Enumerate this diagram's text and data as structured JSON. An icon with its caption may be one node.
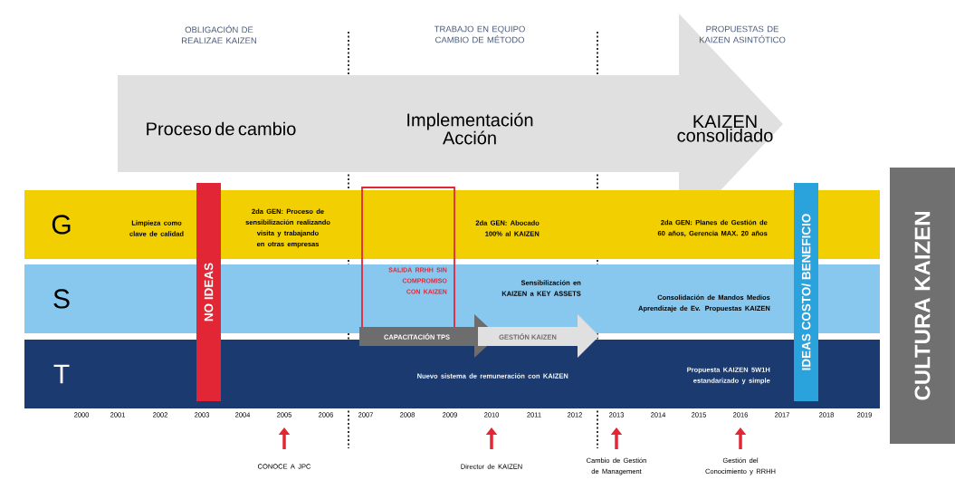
{
  "diagram": {
    "nodes": [
      {
        "text": [
          "Proceso de cambio",
          "Implementación Acción",
          "KAIZEN consolidado"
        ]
      },
      {
        "text": [
          "G",
          "Limpieza como clave de calidad",
          "2da GEN: Proceso de sensibilización realizando visita y trabajando en otras empresas",
          "2da GEN: Abocado 100% al KAIZEN",
          "2da GEN: Planes de Gestión de 60 años, Gerencia MAX. 20 años"
        ]
      },
      {
        "text": [
          "S",
          "Sensibilización en KAIZEN a KEY ASSETS",
          "Consolidación de Mandos Medios Aprendizaje de Ev. Propuestas KAIZEN"
        ]
      },
      {
        "text": [
          "T",
          "Nuevo sistema de remuneración con KAIZEN",
          "Propuesta KAIZEN 5W1H estandarizado y simple"
        ]
      },
      {
        "text": [
          "NO IDEAS"
        ]
      },
      {
        "text": [
          "SALIDA RRHH SIN COMPROMISO CON KAIZEN"
        ]
      },
      {
        "text": [
          "CAPACITACIÓN TPS"
        ]
      },
      {
        "text": [
          "GESTIÓN KAIZEN"
        ]
      },
      {
        "text": [
          "IDEAS COSTO/ BENEFICIO"
        ]
      },
      {
        "text": [
          "CULTURA KAIZEN"
        ]
      }
    ],
    "labels": [
      "OBLIGACIÓN DE REALIZAE KAIZEN",
      "TRABAJO EN EQUIPO CAMBIO DE MÉTODO",
      "PROPUESTAS DE KAIZEN ASINTÓTICO",
      "2000",
      "2001",
      "2002",
      "2003",
      "2004",
      "2005",
      "2006",
      "2007",
      "2008",
      "2009",
      "2010",
      "2011",
      "2012",
      "2013",
      "2014",
      "2015",
      "2016",
      "2017",
      "2018",
      "2019",
      "CONOCE A JPC",
      "Director de KAIZEN",
      "Cambio de Gestión de Management",
      "Gestión del Conocimiento y RRHH"
    ]
  }
}
